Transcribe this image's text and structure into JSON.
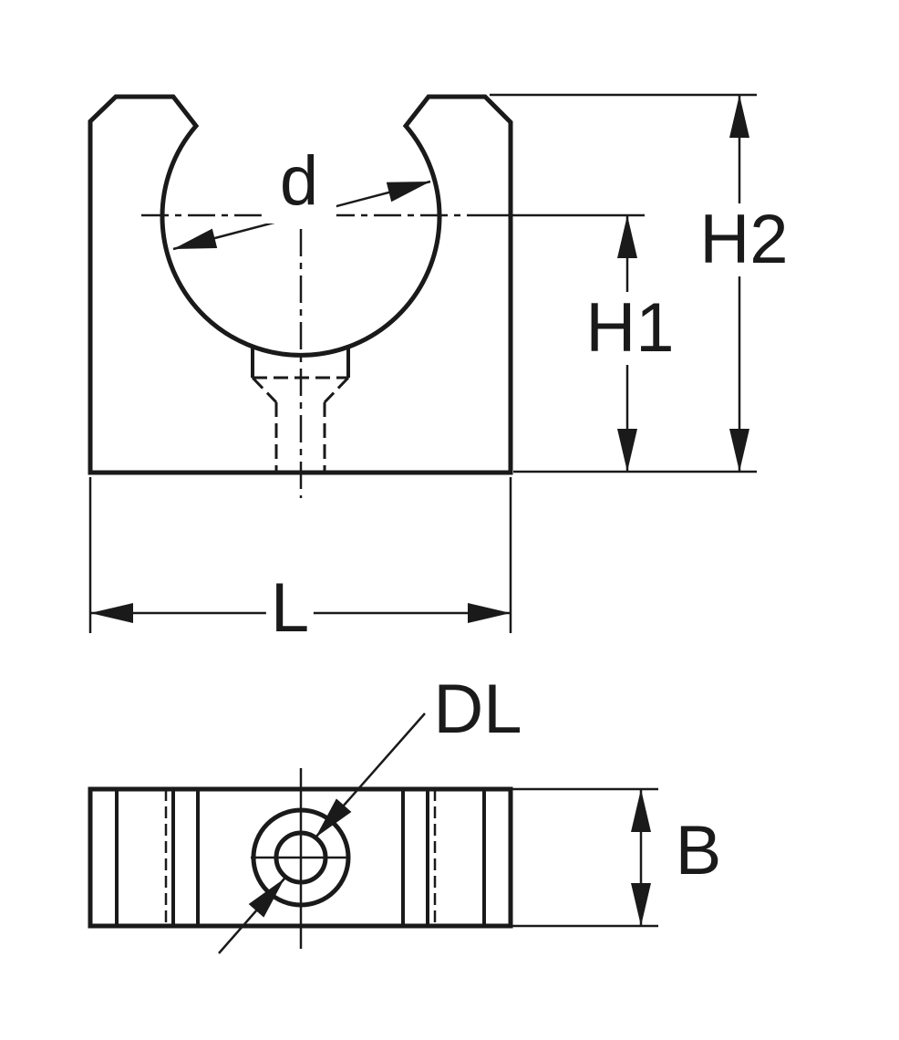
{
  "drawing": {
    "kind": "technical-dimension-drawing",
    "colors": {
      "line": "#1a1a1a",
      "background": "#ffffff"
    },
    "front_view": {
      "description_labels": {
        "pipe_diameter": "d",
        "height_to_center": "H1",
        "total_height": "H2",
        "width": "L"
      }
    },
    "plan_view": {
      "description_labels": {
        "hole_diameter": "DL",
        "depth": "B"
      }
    }
  },
  "labels": {
    "d": "d",
    "h1": "H1",
    "h2": "H2",
    "l": "L",
    "dl": "DL",
    "b": "B"
  }
}
